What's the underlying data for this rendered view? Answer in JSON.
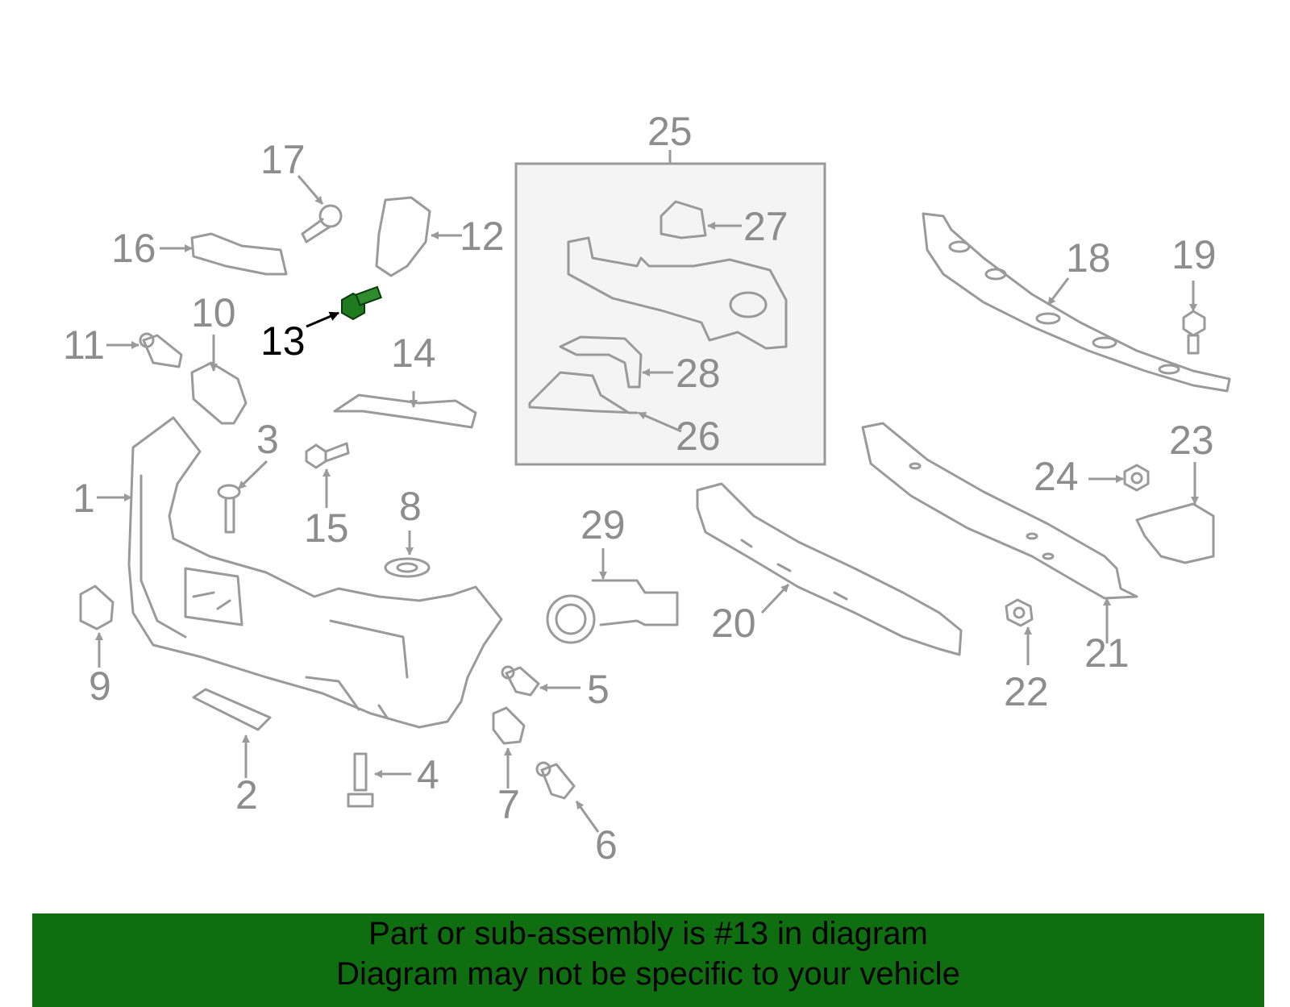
{
  "callouts": [
    {
      "n": "1"
    },
    {
      "n": "2"
    },
    {
      "n": "3"
    },
    {
      "n": "4"
    },
    {
      "n": "5"
    },
    {
      "n": "6"
    },
    {
      "n": "7"
    },
    {
      "n": "8"
    },
    {
      "n": "9"
    },
    {
      "n": "10"
    },
    {
      "n": "11"
    },
    {
      "n": "12"
    },
    {
      "n": "13"
    },
    {
      "n": "14"
    },
    {
      "n": "15"
    },
    {
      "n": "16"
    },
    {
      "n": "17"
    },
    {
      "n": "18"
    },
    {
      "n": "19"
    },
    {
      "n": "20"
    },
    {
      "n": "21"
    },
    {
      "n": "22"
    },
    {
      "n": "23"
    },
    {
      "n": "24"
    },
    {
      "n": "25"
    },
    {
      "n": "26"
    },
    {
      "n": "27"
    },
    {
      "n": "28"
    },
    {
      "n": "29"
    }
  ],
  "highlighted_part": "13",
  "colors": {
    "line_gray": "#9a9a9a",
    "label_gray": "#8d8d8d",
    "highlight_green": "#1f7a1f",
    "banner_green": "#0f6e0f",
    "box_fill": "#f4f4f4"
  },
  "banner": {
    "line1": "Part or sub-assembly is #13 in diagram",
    "line2": "Diagram may not be specific to your vehicle"
  }
}
